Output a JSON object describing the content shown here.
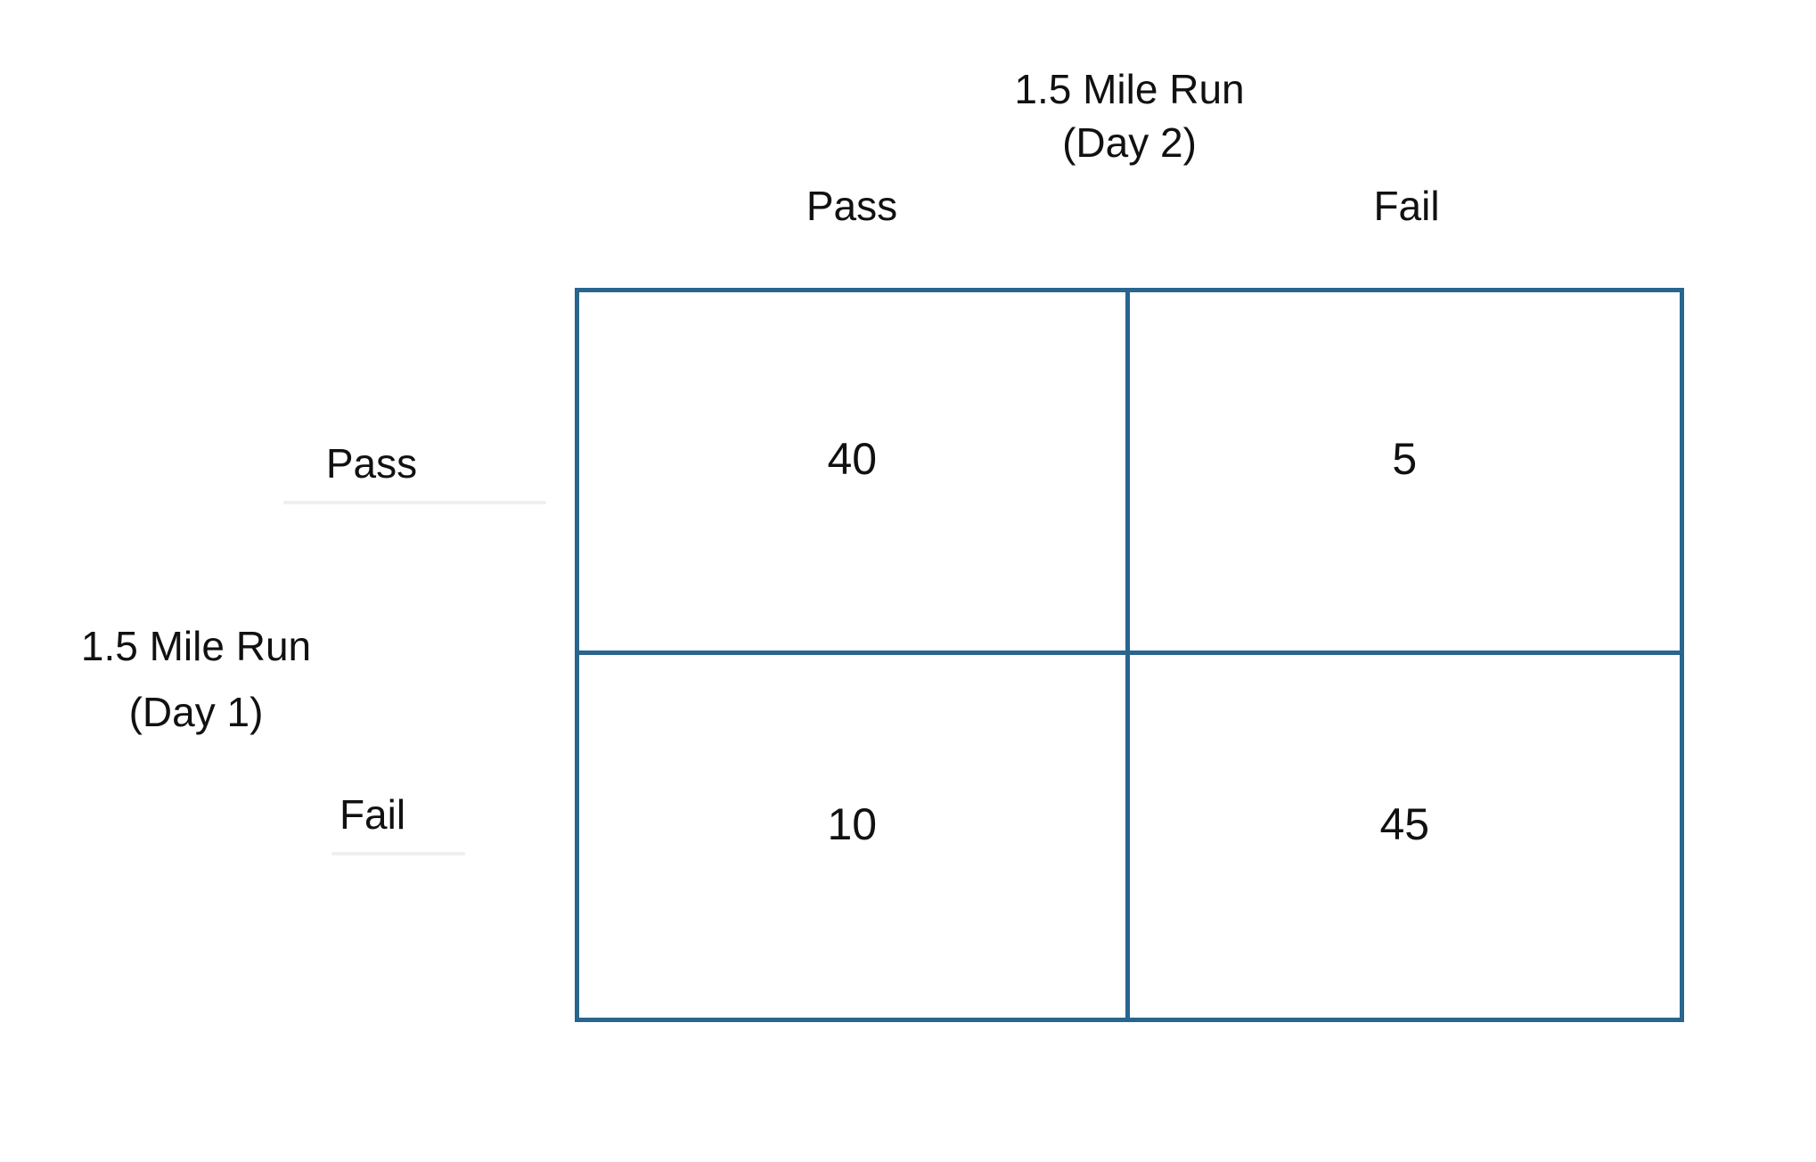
{
  "diagram": {
    "column_axis": {
      "title_line1": "1.5 Mile Run",
      "title_line2": "(Day 2)",
      "labels": [
        "Pass",
        "Fail"
      ]
    },
    "row_axis": {
      "title_line1": "1.5 Mile Run",
      "title_line2": "(Day 1)",
      "labels": [
        "Pass",
        "Fail"
      ]
    },
    "values": [
      [
        "40",
        "5"
      ],
      [
        "10",
        "45"
      ]
    ]
  },
  "colors": {
    "table_border": "#28658f",
    "text": "#111111",
    "artifact": "#efefef"
  }
}
